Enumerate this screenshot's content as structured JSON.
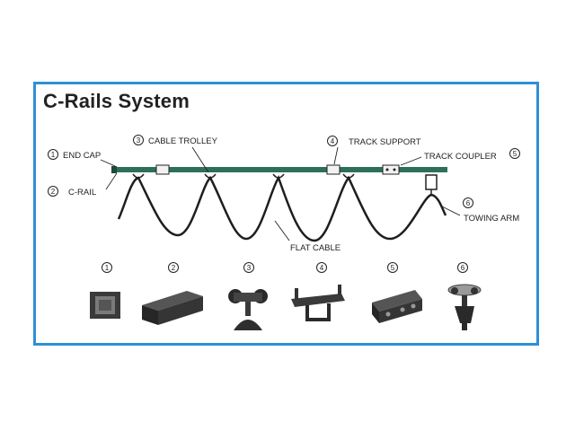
{
  "title": "C-Rails System",
  "labels": {
    "end_cap": "END CAP",
    "c_rail": "C-RAIL",
    "cable_trolley": "CABLE TROLLEY",
    "track_support": "TRACK SUPPORT",
    "track_coupler": "TRACK COUPLER",
    "towing_arm": "TOWING ARM",
    "flat_cable": "FLAT CABLE"
  },
  "numbers": {
    "end_cap": "1",
    "c_rail": "2",
    "cable_trolley": "3",
    "track_support": "4",
    "track_coupler": "5",
    "towing_arm": "6"
  },
  "parts": [
    {
      "number": "1",
      "icon": "end-cap"
    },
    {
      "number": "2",
      "icon": "c-rail"
    },
    {
      "number": "3",
      "icon": "cable-trolley"
    },
    {
      "number": "4",
      "icon": "track-support"
    },
    {
      "number": "5",
      "icon": "track-coupler"
    },
    {
      "number": "6",
      "icon": "towing-arm"
    }
  ],
  "colors": {
    "frame": "#2f8fd6",
    "rail": "#2e6f5c",
    "part": "#333333"
  }
}
